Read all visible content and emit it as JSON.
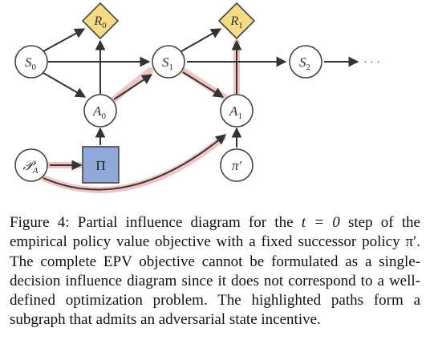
{
  "diagram": {
    "nodes": {
      "R0": {
        "base": "R",
        "sub": "0"
      },
      "R1": {
        "base": "R",
        "sub": "1"
      },
      "S0": {
        "base": "S",
        "sub": "0"
      },
      "S1": {
        "base": "S",
        "sub": "1"
      },
      "S2": {
        "base": "S",
        "sub": "2"
      },
      "A0": {
        "base": "A",
        "sub": "0"
      },
      "A1": {
        "base": "A",
        "sub": "1"
      },
      "PA": {
        "base": "𝒫",
        "sub": "A"
      },
      "Pi": {
        "label": "Π"
      },
      "piprime": {
        "label": "π′"
      }
    },
    "ellipsis": "· · ·",
    "colors": {
      "decision_fill": "#8fa8d8",
      "utility_fill": "#f5dc84",
      "highlight": "#f3c4c4",
      "edge": "#333333",
      "node_stroke": "#444444"
    }
  },
  "caption": {
    "prefix": "Figure 4: Partial influence diagram for the ",
    "math": "t = 0",
    "text": " step of the empirical policy value objective with a fixed successor policy π′. The complete EPV objective cannot be formulated as a single-decision influence diagram since it does not correspond to a well-defined optimization problem. The highlighted paths form a subgraph that admits an adversarial state incentive."
  }
}
